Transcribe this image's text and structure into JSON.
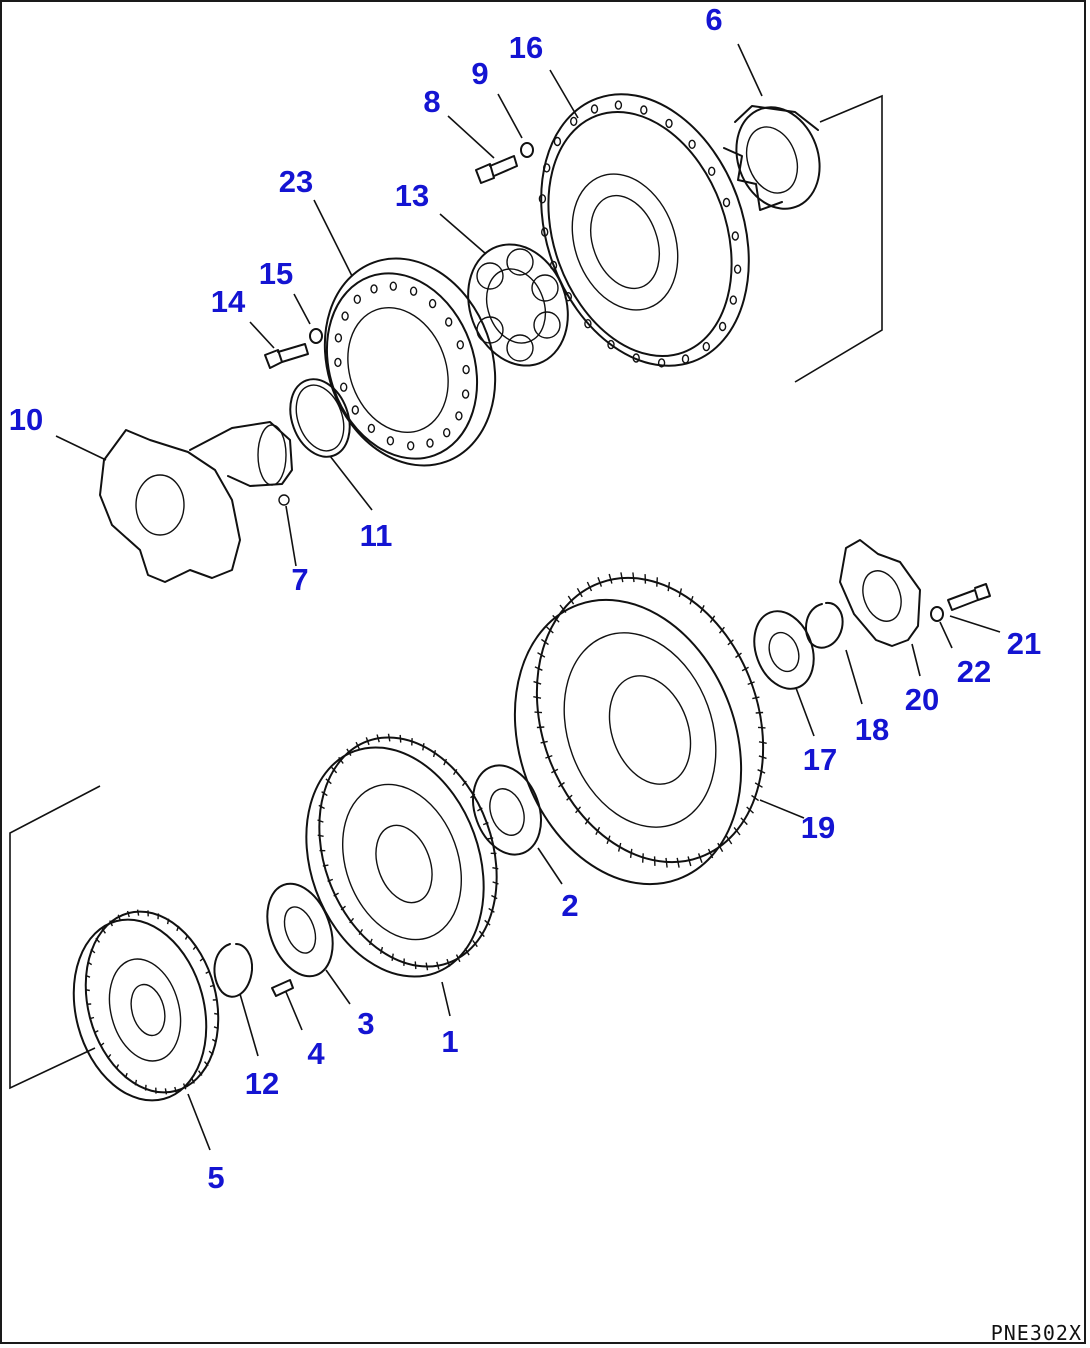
{
  "diagram": {
    "drawing_code": "PNE302X",
    "colors": {
      "callout": "#1414d2",
      "line": "#111111",
      "background": "#ffffff"
    },
    "callouts": [
      {
        "id": "1",
        "label": "1"
      },
      {
        "id": "2",
        "label": "2"
      },
      {
        "id": "3",
        "label": "3"
      },
      {
        "id": "4",
        "label": "4"
      },
      {
        "id": "5",
        "label": "5"
      },
      {
        "id": "6",
        "label": "6"
      },
      {
        "id": "7",
        "label": "7"
      },
      {
        "id": "8",
        "label": "8"
      },
      {
        "id": "9",
        "label": "9"
      },
      {
        "id": "10",
        "label": "10"
      },
      {
        "id": "11",
        "label": "11"
      },
      {
        "id": "12",
        "label": "12"
      },
      {
        "id": "13",
        "label": "13"
      },
      {
        "id": "14",
        "label": "14"
      },
      {
        "id": "15",
        "label": "15"
      },
      {
        "id": "16",
        "label": "16"
      },
      {
        "id": "17",
        "label": "17"
      },
      {
        "id": "18",
        "label": "18"
      },
      {
        "id": "19",
        "label": "19"
      },
      {
        "id": "20",
        "label": "20"
      },
      {
        "id": "21",
        "label": "21"
      },
      {
        "id": "22",
        "label": "22"
      },
      {
        "id": "23",
        "label": "23"
      }
    ]
  }
}
